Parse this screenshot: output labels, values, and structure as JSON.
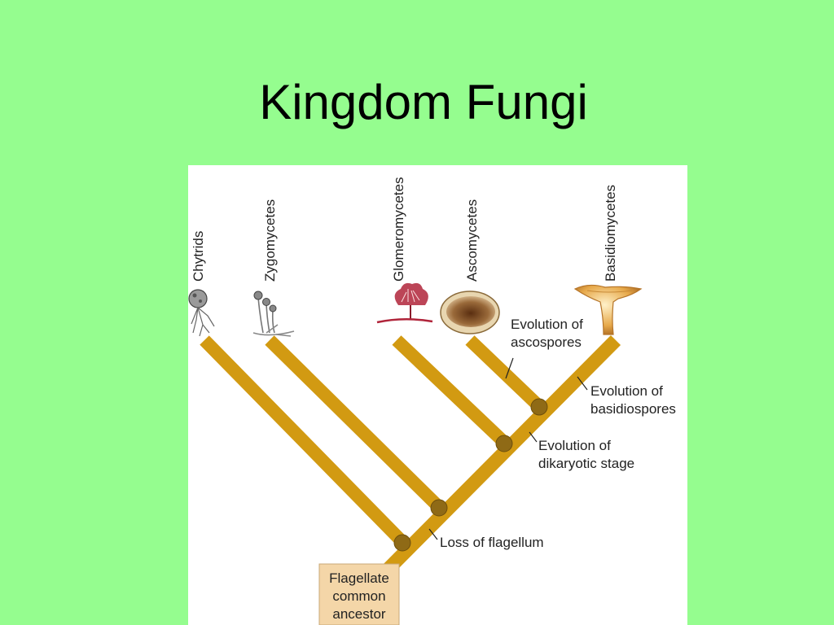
{
  "slide": {
    "title": "Kingdom Fungi",
    "background_color": "#95fd8f"
  },
  "diagram": {
    "taxa": [
      "Chytrids",
      "Zygomycetes",
      "Glomeromycetes",
      "Ascomycetes",
      "Basidiomycetes"
    ],
    "annotations": {
      "ascospores": [
        "Evolution of",
        "ascospores"
      ],
      "basidiospores": [
        "Evolution of",
        "basidiospores"
      ],
      "dikaryotic": [
        "Evolution of",
        "dikaryotic stage"
      ],
      "flagellum": "Loss of flagellum"
    },
    "ancestor": [
      "Flagellate",
      "common",
      "ancestor"
    ],
    "colors": {
      "branch": "#d29a12",
      "node": "#8f6a16",
      "ancestor_box": "#f4d6a8"
    }
  }
}
